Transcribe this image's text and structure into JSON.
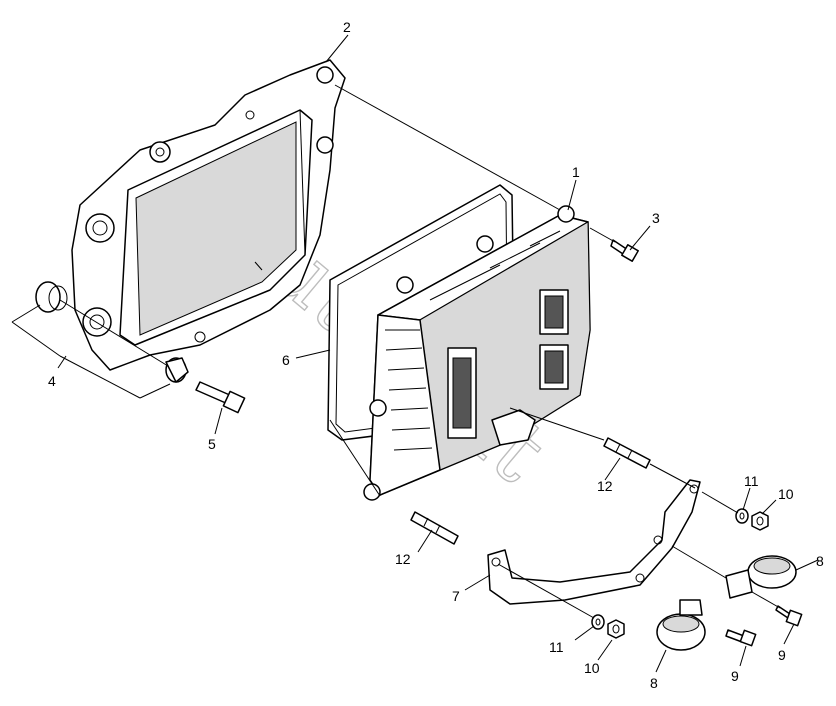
{
  "watermark": "AutoSoft",
  "callouts": {
    "c1": "1",
    "c2": "2",
    "c3": "3",
    "c4": "4",
    "c5": "5",
    "c6": "6",
    "c7": "7",
    "c8a": "8",
    "c8b": "8",
    "c9a": "9",
    "c9b": "9",
    "c10a": "10",
    "c10b": "10",
    "c11a": "11",
    "c11b": "11",
    "c12a": "12",
    "c12b": "12"
  }
}
